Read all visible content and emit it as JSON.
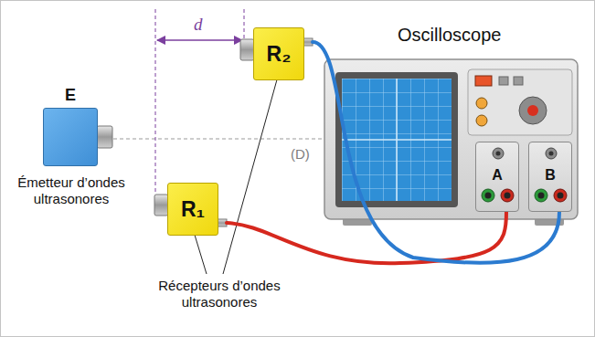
{
  "diagram": {
    "nodes": [
      {
        "text": [
          "E",
          "Émetteur d’ondes ultrasonores"
        ]
      },
      {
        "text": [
          "R₂"
        ]
      },
      {
        "text": [
          "R₁"
        ]
      },
      {
        "text": [
          "Oscilloscope"
        ]
      },
      {
        "text": [
          "A"
        ],
        "in": 3
      },
      {
        "text": [
          "B"
        ],
        "in": 3
      }
    ],
    "edges": [
      {
        "from": 2,
        "to": 4,
        "arrow": "none"
      },
      {
        "from": 1,
        "to": 5,
        "arrow": "none"
      }
    ],
    "labels": [
      "d",
      "(D)",
      "Récepteurs d’ondes ultrasonores"
    ]
  }
}
